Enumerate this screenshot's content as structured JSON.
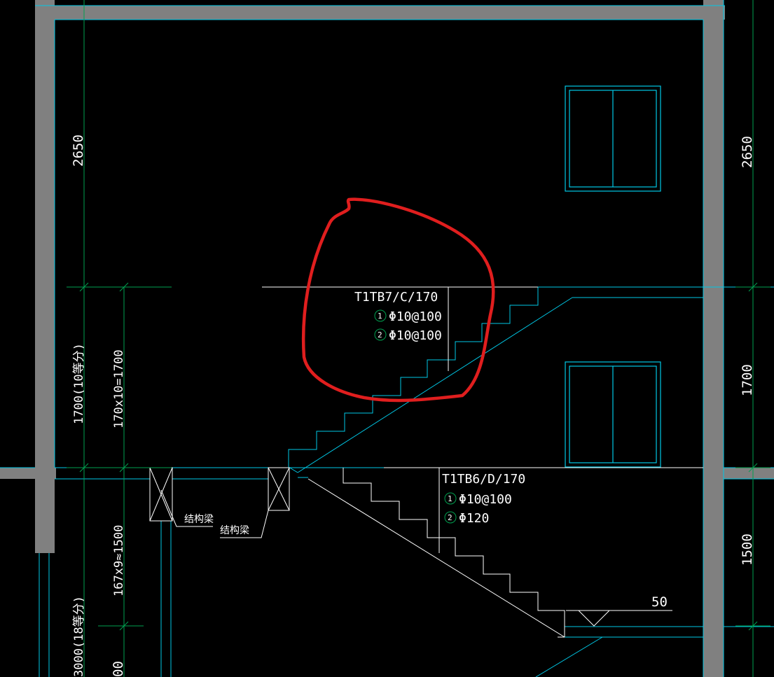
{
  "colors": {
    "background": "#000000",
    "wall": "#808080",
    "cyan": "#00c8e6",
    "green": "#00a050",
    "white": "#ffffff",
    "markup_red": "#e01e1e"
  },
  "dimensions": {
    "left_top": "2650",
    "right_top": "2650",
    "left_mid_outer": "1700(10等分)",
    "left_mid_inner": "170x10=1700",
    "right_mid": "1700",
    "left_low_inner": "167x9≈1500",
    "left_low_outer": "3000(18等分)",
    "right_low": "1500",
    "left_bottom_partial": "00",
    "small_mark": "50"
  },
  "upper_flight": {
    "label": "T1TB7/C/170",
    "rebar_1_marker": "1",
    "rebar_1": "Φ10@100",
    "rebar_2_marker": "2",
    "rebar_2": "Φ10@100"
  },
  "lower_flight": {
    "label": "T1TB6/D/170",
    "rebar_1_marker": "1",
    "rebar_1": "Φ10@100",
    "rebar_2_marker": "2",
    "rebar_2": "Φ120"
  },
  "beam_labels": {
    "beam_1": "结构梁",
    "beam_2": "结构梁"
  }
}
